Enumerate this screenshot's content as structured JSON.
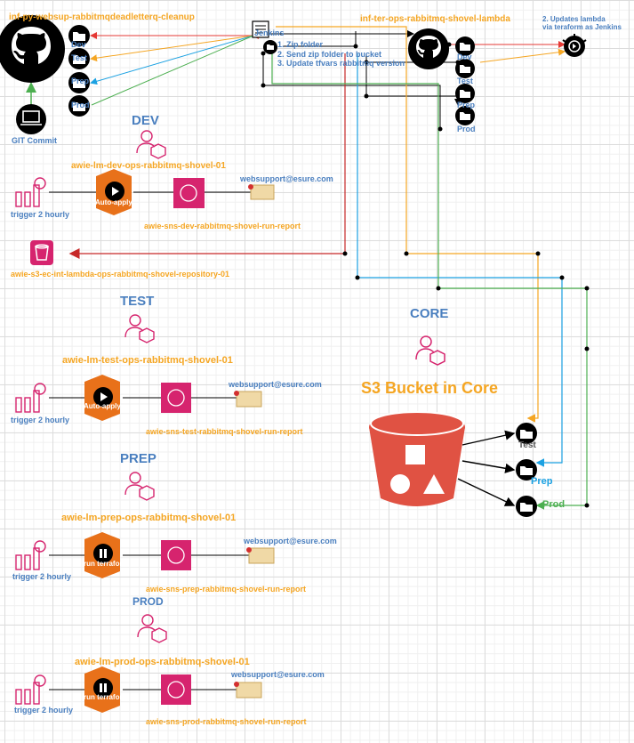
{
  "diagram": {
    "repo_left": "inf-py-websup-rabbitmqdeadletterq-cleanup",
    "repo_right": "inf-ter-ops-rabbitmq-shovel-lambda",
    "git_commit": "GIT Commit",
    "jenkins": "Jenkins",
    "steps": [
      "1. Zip folder",
      "2. Send zip folder to bucket",
      "3. Update tfvars rabbitmq version"
    ],
    "updates_note": [
      "2. Updates lambda",
      "via teraform as Jenkins"
    ],
    "folders_left": [
      "Dev",
      "Test",
      "Prep",
      "Prod"
    ],
    "folders_right": [
      "Dev",
      "Test",
      "Prep",
      "Prod"
    ],
    "s3_repo": "awie-s3-ec-int-lambda-ops-rabbitmq-shovel-repository-01",
    "core": {
      "title": "CORE",
      "bucket": "S3 Bucket in Core",
      "folders": [
        "Test",
        "Prep",
        "Prod"
      ]
    },
    "envs": [
      {
        "name": "DEV",
        "lambda": "awie-lm-dev-ops-rabbitmq-shovel-01",
        "trigger": "trigger 2 hourly",
        "action": "Auto-apply",
        "email": "websupport@esure.com",
        "sns": "awie-sns-dev-rabbitmq-shovel-run-report"
      },
      {
        "name": "TEST",
        "lambda": "awie-lm-test-ops-rabbitmq-shovel-01",
        "trigger": "trigger 2 hourly",
        "action": "Auto-apply",
        "email": "websupport@esure.com",
        "sns": "awie-sns-test-rabbitmq-shovel-run-report"
      },
      {
        "name": "PREP",
        "lambda": "awie-lm-prep-ops-rabbitmq-shovel-01",
        "trigger": "trigger 2 hourly",
        "action": "run terraform",
        "email": "websupport@esure.com",
        "sns": "awie-sns-prep-rabbitmq-shovel-run-report"
      },
      {
        "name": "PROD",
        "lambda": "awie-lm-prod-ops-rabbitmq-shovel-01",
        "trigger": "trigger 2 hourly",
        "action": "run terraform",
        "email": "websupport@esure.com",
        "sns": "awie-sns-prod-rabbitmq-shovel-run-report"
      }
    ]
  },
  "colors": {
    "orange": "#f5a623",
    "blue": "#4a7fbf",
    "pink": "#d6246e",
    "red": "#c62828",
    "green": "#4caf50",
    "cyan": "#1ba1e2",
    "aws_orange": "#e8711a",
    "s3_red": "#e05243"
  }
}
